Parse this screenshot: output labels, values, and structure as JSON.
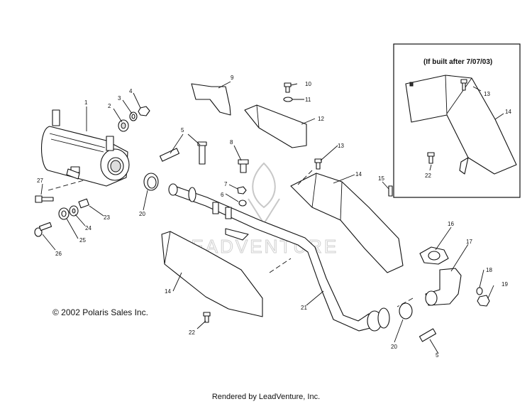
{
  "inset": {
    "title": "(If built after 7/07/03)"
  },
  "copyright": "© 2002 Polaris Sales Inc.",
  "footer": "Rendered by LeadVenture, Inc.",
  "watermark": "LEADVENTURE",
  "callouts": {
    "c1": "1",
    "c2": "2",
    "c3": "3",
    "c4": "4",
    "c5a": "5",
    "c5b": "5",
    "c6": "6",
    "c7": "7",
    "c8": "8",
    "c9": "9",
    "c10": "10",
    "c11": "11",
    "c12": "12",
    "c13a": "13",
    "c13b": "13",
    "c14a": "14",
    "c14b": "14",
    "c14c": "14",
    "c15": "15",
    "c16": "16",
    "c17": "17",
    "c18": "18",
    "c19": "19",
    "c20a": "20",
    "c20b": "20",
    "c21": "21",
    "c22a": "22",
    "c22b": "22",
    "c23": "23",
    "c24": "24",
    "c25": "25",
    "c26": "26",
    "c27": "27"
  }
}
